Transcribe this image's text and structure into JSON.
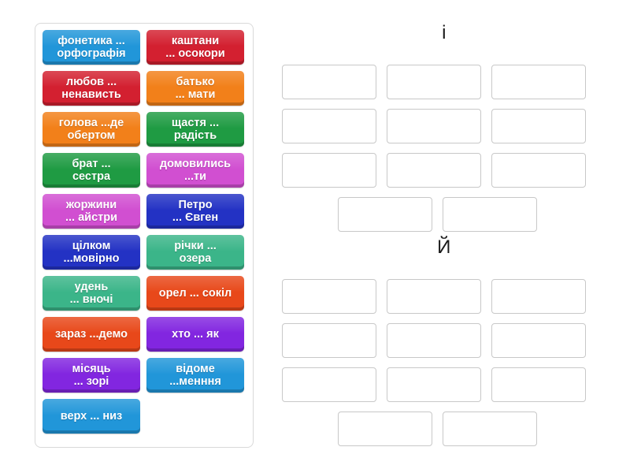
{
  "activity": {
    "type": "group-sort",
    "title_hidden": true
  },
  "tray": {
    "label": "word-pair-tiles",
    "tiles": [
      {
        "text": "фонетика ... орфографія",
        "line1": "фонетика ...",
        "line2": "орфографія",
        "color": "#2196d9"
      },
      {
        "text": "каштани ... осокори",
        "line1": "каштани",
        "line2": "... осокори",
        "color": "#d32030"
      },
      {
        "text": "любов ... ненависть",
        "line1": "любов ...",
        "line2": "ненависть",
        "color": "#d32030"
      },
      {
        "text": "батько ... мати",
        "line1": "батько",
        "line2": "... мати",
        "color": "#f2801a"
      },
      {
        "text": "голова ...де обертом",
        "line1": "голова ...де",
        "line2": "обертом",
        "color": "#f2801a"
      },
      {
        "text": "щастя ... радість",
        "line1": "щастя ...",
        "line2": "радість",
        "color": "#1f9b43"
      },
      {
        "text": "брат ... сестра",
        "line1": "брат ...",
        "line2": "сестра",
        "color": "#1f9b43"
      },
      {
        "text": "домовились ...ти",
        "line1": "домовились",
        "line2": "...ти",
        "color": "#d14fd1"
      },
      {
        "text": "жоржини ... айстри",
        "line1": "жоржини",
        "line2": "... айстри",
        "color": "#d14fd1"
      },
      {
        "text": "Петро ... Євген",
        "line1": "Петро",
        "line2": "... Євген",
        "color": "#2332c4"
      },
      {
        "text": "цілком ...мовірно",
        "line1": "цілком",
        "line2": "...мовірно",
        "color": "#2332c4"
      },
      {
        "text": "річки ... озера",
        "line1": "річки ...",
        "line2": "озера",
        "color": "#3bb589"
      },
      {
        "text": "удень ... вночі",
        "line1": "удень",
        "line2": "... вночі",
        "color": "#3bb589"
      },
      {
        "text": "орел ... сокіл",
        "line1": "орел ... сокіл",
        "line2": "",
        "color": "#e8481a"
      },
      {
        "text": "зараз ...демо",
        "line1": "зараз ...демо",
        "line2": "",
        "color": "#e8481a"
      },
      {
        "text": "хто ... як",
        "line1": "хто ... як",
        "line2": "",
        "color": "#8226e0"
      },
      {
        "text": "місяць ... зорі",
        "line1": "місяць",
        "line2": "... зорі",
        "color": "#8226e0"
      },
      {
        "text": "відоме ...менння",
        "line1": "відоме",
        "line2": "...менння",
        "color": "#2196d9"
      },
      {
        "text": "верх ... низ",
        "line1": "верх ... низ",
        "line2": "",
        "color": "#2196d9"
      }
    ]
  },
  "groups": [
    {
      "id": "i",
      "title": "і",
      "slots_rows": [
        3,
        3,
        3
      ],
      "slots_last_row": 2,
      "slot_values": [
        "",
        "",
        "",
        "",
        "",
        "",
        "",
        "",
        "",
        "",
        ""
      ]
    },
    {
      "id": "j",
      "title": "Й",
      "slots_rows": [
        3,
        3,
        3
      ],
      "slots_last_row": 2,
      "slot_values": [
        "",
        "",
        "",
        "",
        "",
        "",
        "",
        "",
        "",
        "",
        ""
      ]
    }
  ],
  "colors": {
    "background": "#ffffff",
    "tray_border": "#d9d9d9",
    "slot_border": "#c8c8c8",
    "title_text": "#1a1a1a",
    "tile_text": "#ffffff"
  }
}
